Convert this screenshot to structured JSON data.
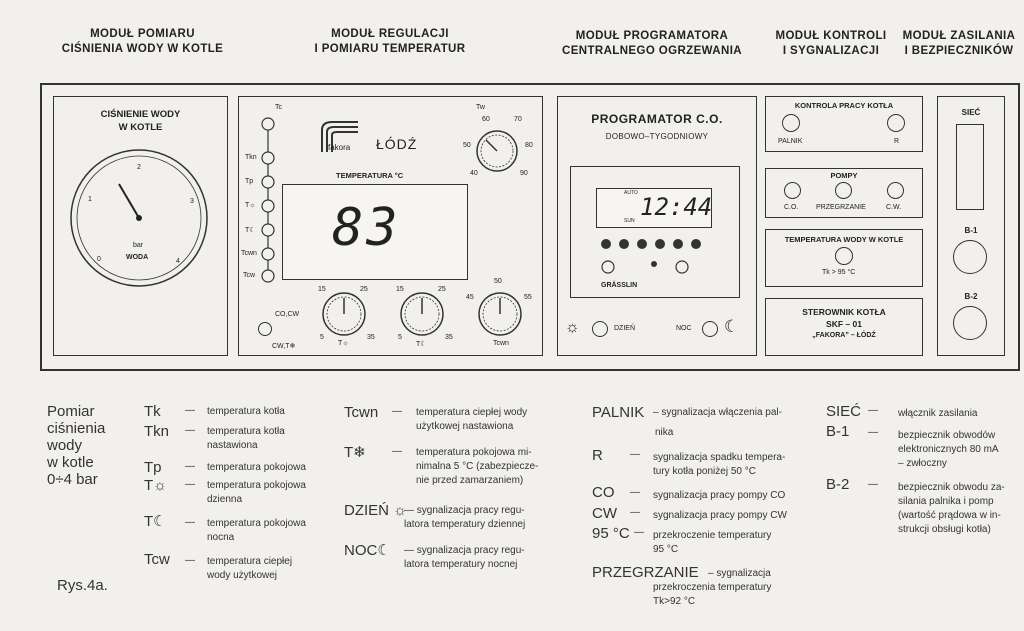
{
  "headers": {
    "pressure": [
      "MODUŁ POMIARU",
      "CIŚNIENIA WODY W KOTLE"
    ],
    "regulation": [
      "MODUŁ REGULACJI",
      "I POMIARU TEMPERATUR"
    ],
    "programmer": [
      "MODUŁ PROGRAMATORA",
      "CENTRALNEGO OGRZEWANIA"
    ],
    "control": [
      "MODUŁ KONTROLI",
      "I SYGNALIZACJI"
    ],
    "power": [
      "MODUŁ ZASILANIA",
      "I BEZPIECZNIKÓW"
    ]
  },
  "pressure_module": {
    "title": [
      "CIŚNIENIE WODY",
      "W KOTLE"
    ],
    "gauge_labels": [
      "1",
      "2",
      "3",
      "0",
      "4",
      "bar",
      "WODA"
    ]
  },
  "regulation_module": {
    "brand": "fakora",
    "city": "ŁÓDŹ",
    "side_labels": [
      "Tc",
      "Tkn",
      "Tp",
      "T☼",
      "T☾",
      "Tcwn",
      "Tcw"
    ],
    "display_label": "TEMPERATURA °C",
    "display_value": "83",
    "tw_label": "Tw",
    "tw_scale": [
      "60",
      "70",
      "80",
      "90",
      "40",
      "50"
    ],
    "co_cw_label": "CO,CW",
    "cw_t_label": "CW,T❄",
    "knobs": [
      {
        "name": "T☼",
        "scale": [
          "15",
          "25",
          "5",
          "35"
        ]
      },
      {
        "name": "T☾",
        "scale": [
          "15",
          "25",
          "5",
          "35"
        ]
      },
      {
        "name": "Tcwn",
        "scale": [
          "50",
          "45",
          "55"
        ]
      }
    ]
  },
  "programmer_module": {
    "title": "PROGRAMATOR C.O.",
    "subtitle": "DOBOWO–TYGODNIOWY",
    "clock": "12:44",
    "clock_small": [
      "AUTO",
      "SUN"
    ],
    "button_labels": [
      "⊙",
      "⊙",
      "⊙",
      "⊙",
      "⊙",
      "⊙"
    ],
    "maker": "GRÄSSLIN",
    "day_label": "DZIEŃ",
    "night_label": "NOC"
  },
  "control_module": {
    "box1": {
      "title": "KONTROLA PRACY KOTŁA",
      "left": "PALNIK",
      "right": "R"
    },
    "box2": {
      "title": "POMPY",
      "labels": [
        "C.O.",
        "PRZEGRZANIE",
        "C.W."
      ]
    },
    "box3": {
      "title": "TEMPERATURA WODY W KOTLE",
      "label": "Tk > 95 °C"
    },
    "box4": {
      "lines": [
        "STEROWNIK KOTŁA",
        "SKF – 01",
        "„FAKORA” – ŁÓDŹ"
      ]
    }
  },
  "power_module": {
    "siec": "SIEĆ",
    "b1": "B-1",
    "b2": "B-2"
  },
  "legend": {
    "pressure": [
      "Pomiar",
      "ciśnienia",
      "wody",
      "w kotle",
      "0÷4 bar"
    ],
    "col1": [
      {
        "sym": "Tk",
        "text": [
          "temperatura kotła"
        ]
      },
      {
        "sym": "Tkn",
        "text": [
          "temperatura kotła",
          "nastawiona"
        ]
      },
      {
        "sym": "Tp",
        "text": [
          "temperatura pokojowa"
        ]
      },
      {
        "sym": "T☼",
        "text": [
          "temperatura pokojowa",
          "dzienna"
        ]
      },
      {
        "sym": "T☾",
        "text": [
          "temperatura pokojowa",
          "nocna"
        ]
      },
      {
        "sym": "Tcw",
        "text": [
          "temperatura ciepłej",
          "wody użytkowej"
        ]
      }
    ],
    "col2": [
      {
        "sym": "Tcwn",
        "text": [
          "temperatura ciepłej wody",
          "użytkowej nastawiona"
        ]
      },
      {
        "sym": "T❄",
        "text": [
          "temperatura pokojowa mi-",
          "nimalna 5 °C (zabezpiecze-",
          "nie przed zamarzaniem)"
        ]
      },
      {
        "sym": "DZIEŃ ☼",
        "text": [
          "— sygnalizacja pracy regu-",
          "latora temperatury dziennej"
        ]
      },
      {
        "sym": "NOC☾",
        "text": [
          "— sygnalizacja pracy regu-",
          "latora temperatury nocnej"
        ]
      }
    ],
    "col3": [
      {
        "sym": "PALNIK",
        "text": [
          "– sygnalizacja włączenia pal-",
          "nika"
        ]
      },
      {
        "sym": "R",
        "text": [
          "sygnalizacja spadku tempera-",
          "tury kotła poniżej 50 °C"
        ]
      },
      {
        "sym": "CO",
        "text": [
          "sygnalizacja pracy pompy CO"
        ]
      },
      {
        "sym": "CW",
        "text": [
          "sygnalizacja pracy pompy CW"
        ]
      },
      {
        "sym": "95 °C",
        "text": [
          "przekroczenie temperatury",
          "95 °C"
        ]
      },
      {
        "sym": "PRZEGRZANIE",
        "text": [
          "– sygnalizacja",
          "przekroczenia temperatury",
          "Tk>92 °C"
        ]
      }
    ],
    "col4": [
      {
        "sym": "SIEĆ",
        "text": [
          "włącznik zasilania"
        ]
      },
      {
        "sym": "B-1",
        "text": [
          "bezpiecznik obwodów",
          "elektronicznych 80 mA",
          "– zwłoczny"
        ]
      },
      {
        "sym": "B-2",
        "text": [
          "bezpiecznik obwodu za-",
          "silania palnika i pomp",
          "(wartość prądowa w in-",
          "strukcji obsługi kotła)"
        ]
      }
    ],
    "figure": "Rys.4a."
  }
}
